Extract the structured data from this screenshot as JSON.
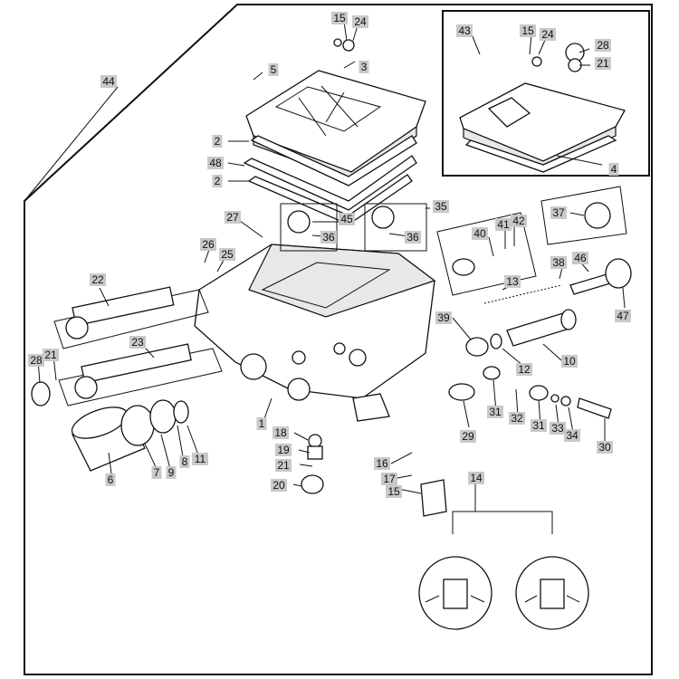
{
  "callouts": [
    {
      "id": "c44",
      "text": "44"
    },
    {
      "id": "c43",
      "text": "43"
    },
    {
      "id": "c15a",
      "text": "15"
    },
    {
      "id": "c24a",
      "text": "24"
    },
    {
      "id": "c3",
      "text": "3"
    },
    {
      "id": "c5",
      "text": "5"
    },
    {
      "id": "c15b",
      "text": "15"
    },
    {
      "id": "c24b",
      "text": "24"
    },
    {
      "id": "c28a",
      "text": "28"
    },
    {
      "id": "c21a",
      "text": "21"
    },
    {
      "id": "c4",
      "text": "4"
    },
    {
      "id": "c2a",
      "text": "2"
    },
    {
      "id": "c48",
      "text": "48"
    },
    {
      "id": "c2b",
      "text": "2"
    },
    {
      "id": "c27",
      "text": "27"
    },
    {
      "id": "c45",
      "text": "45"
    },
    {
      "id": "c36a",
      "text": "36"
    },
    {
      "id": "c35",
      "text": "35"
    },
    {
      "id": "c36b",
      "text": "36"
    },
    {
      "id": "c37",
      "text": "37"
    },
    {
      "id": "c26",
      "text": "26"
    },
    {
      "id": "c25",
      "text": "25"
    },
    {
      "id": "c40",
      "text": "40"
    },
    {
      "id": "c41",
      "text": "41"
    },
    {
      "id": "c42",
      "text": "42"
    },
    {
      "id": "c22",
      "text": "22"
    },
    {
      "id": "c13",
      "text": "13"
    },
    {
      "id": "c38",
      "text": "38"
    },
    {
      "id": "c46",
      "text": "46"
    },
    {
      "id": "c47",
      "text": "47"
    },
    {
      "id": "c39",
      "text": "39"
    },
    {
      "id": "c23",
      "text": "23"
    },
    {
      "id": "c28b",
      "text": "28"
    },
    {
      "id": "c21b",
      "text": "21"
    },
    {
      "id": "c12",
      "text": "12"
    },
    {
      "id": "c10",
      "text": "10"
    },
    {
      "id": "c1",
      "text": "1"
    },
    {
      "id": "c31a",
      "text": "31"
    },
    {
      "id": "c32",
      "text": "32"
    },
    {
      "id": "c31b",
      "text": "31"
    },
    {
      "id": "c33",
      "text": "33"
    },
    {
      "id": "c34",
      "text": "34"
    },
    {
      "id": "c29",
      "text": "29"
    },
    {
      "id": "c30",
      "text": "30"
    },
    {
      "id": "c18",
      "text": "18"
    },
    {
      "id": "c19",
      "text": "19"
    },
    {
      "id": "c21c",
      "text": "21"
    },
    {
      "id": "c20",
      "text": "20"
    },
    {
      "id": "c16",
      "text": "16"
    },
    {
      "id": "c17",
      "text": "17"
    },
    {
      "id": "c15c",
      "text": "15"
    },
    {
      "id": "c14",
      "text": "14"
    },
    {
      "id": "c6",
      "text": "6"
    },
    {
      "id": "c7",
      "text": "7"
    },
    {
      "id": "c9",
      "text": "9"
    },
    {
      "id": "c8",
      "text": "8"
    },
    {
      "id": "c11",
      "text": "11"
    }
  ]
}
